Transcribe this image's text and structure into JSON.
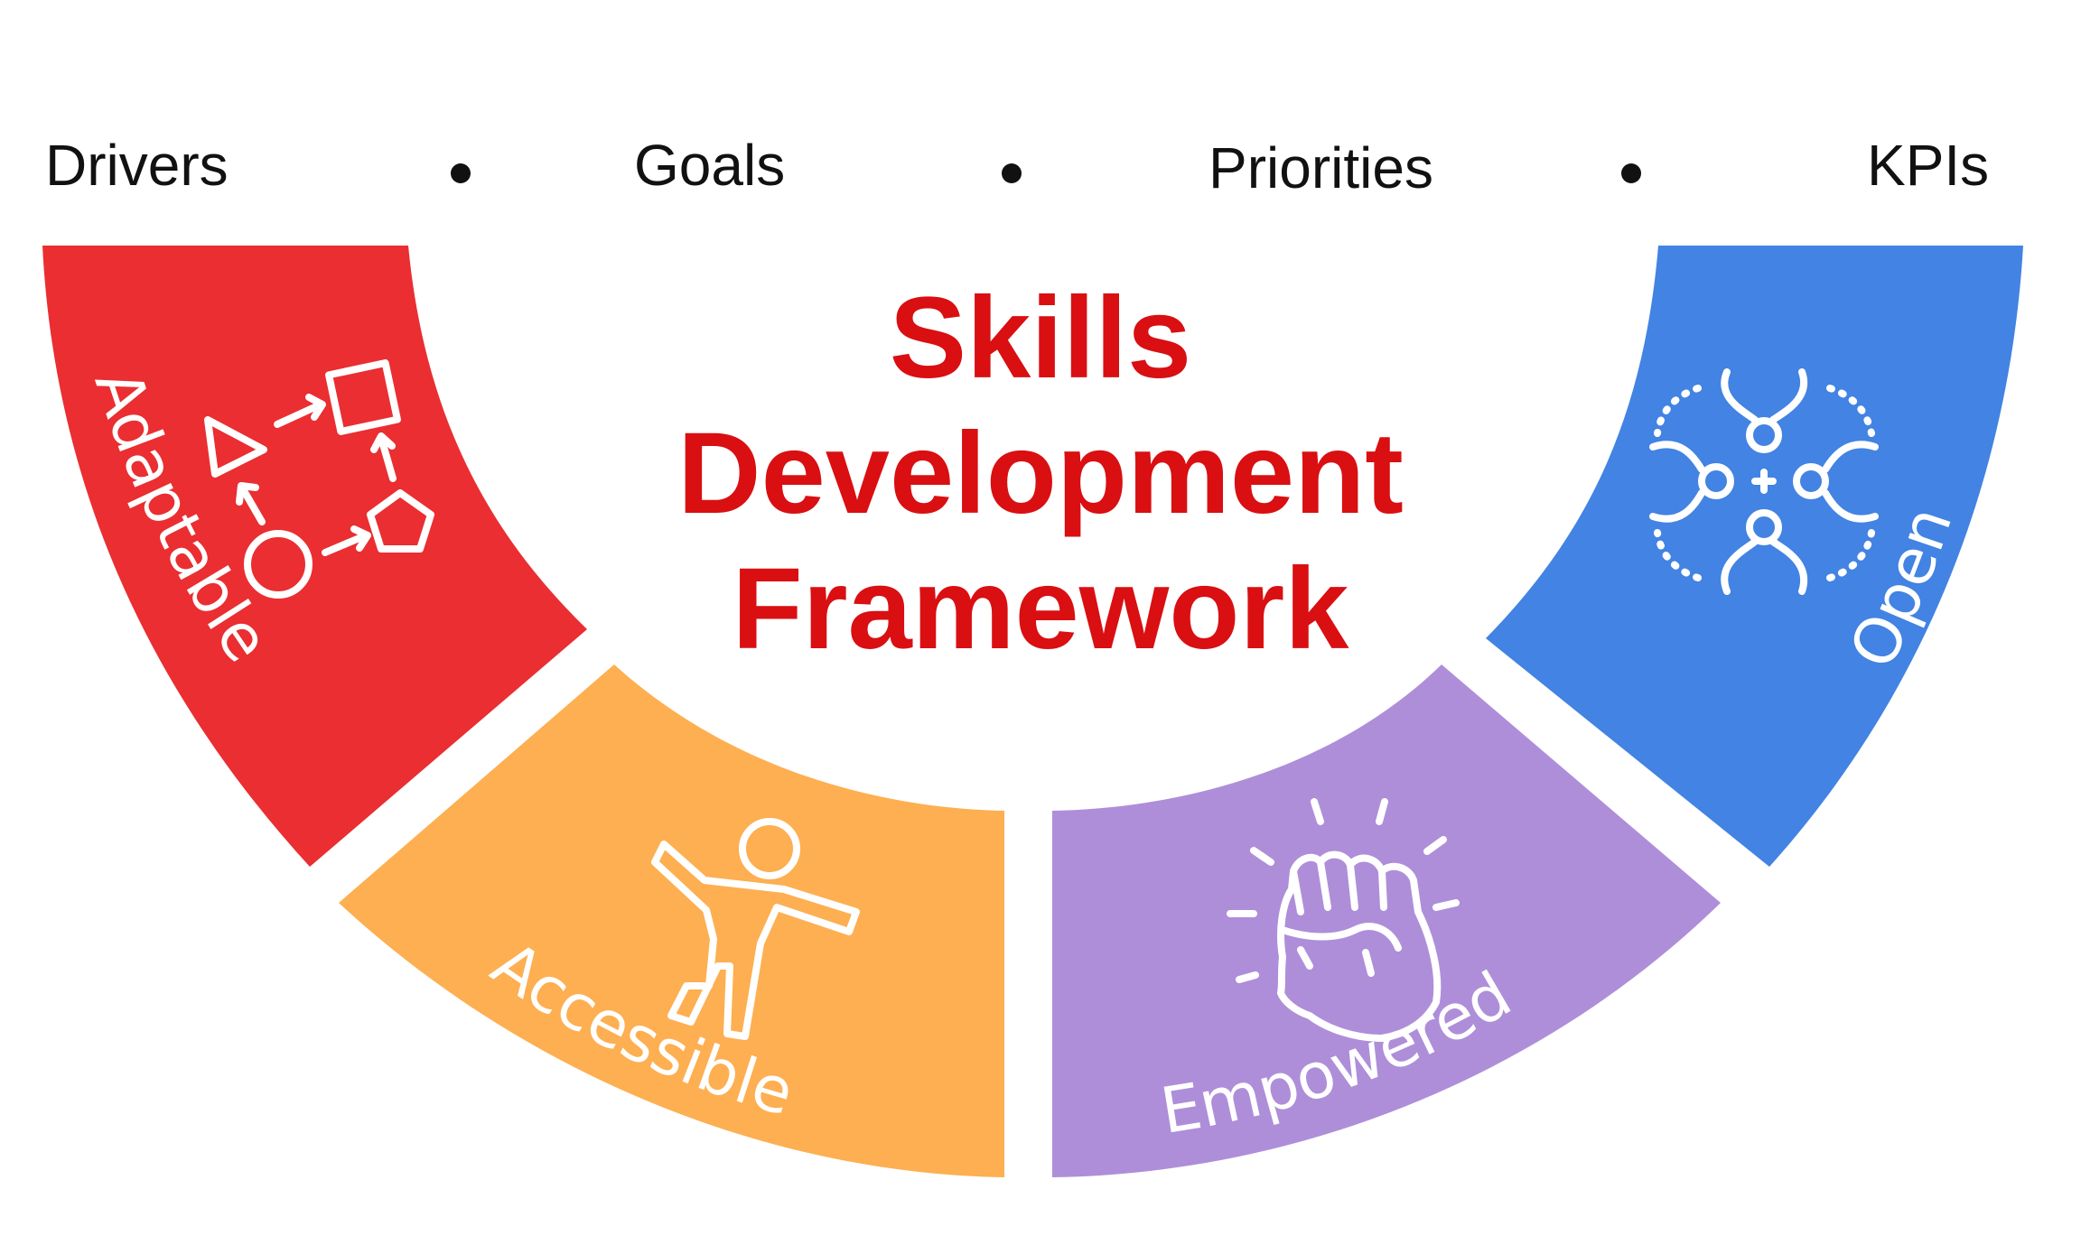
{
  "header": {
    "items": [
      {
        "label": "Drivers"
      },
      {
        "label": "Goals"
      },
      {
        "label": "Priorities"
      },
      {
        "label": "KPIs"
      }
    ]
  },
  "title": {
    "line1": "Skills",
    "line2": "Development",
    "line3": "Framework"
  },
  "segments": [
    {
      "label": "Adaptable",
      "color": "#ea2e31",
      "icon": "shapes-cycle-icon"
    },
    {
      "label": "Accessible",
      "color": "#fdaf51",
      "icon": "accessibility-person-icon"
    },
    {
      "label": "Empowered",
      "color": "#ae8ed9",
      "icon": "raised-fist-icon"
    },
    {
      "label": "Open",
      "color": "#4283e3",
      "icon": "connected-nodes-icon"
    }
  ]
}
